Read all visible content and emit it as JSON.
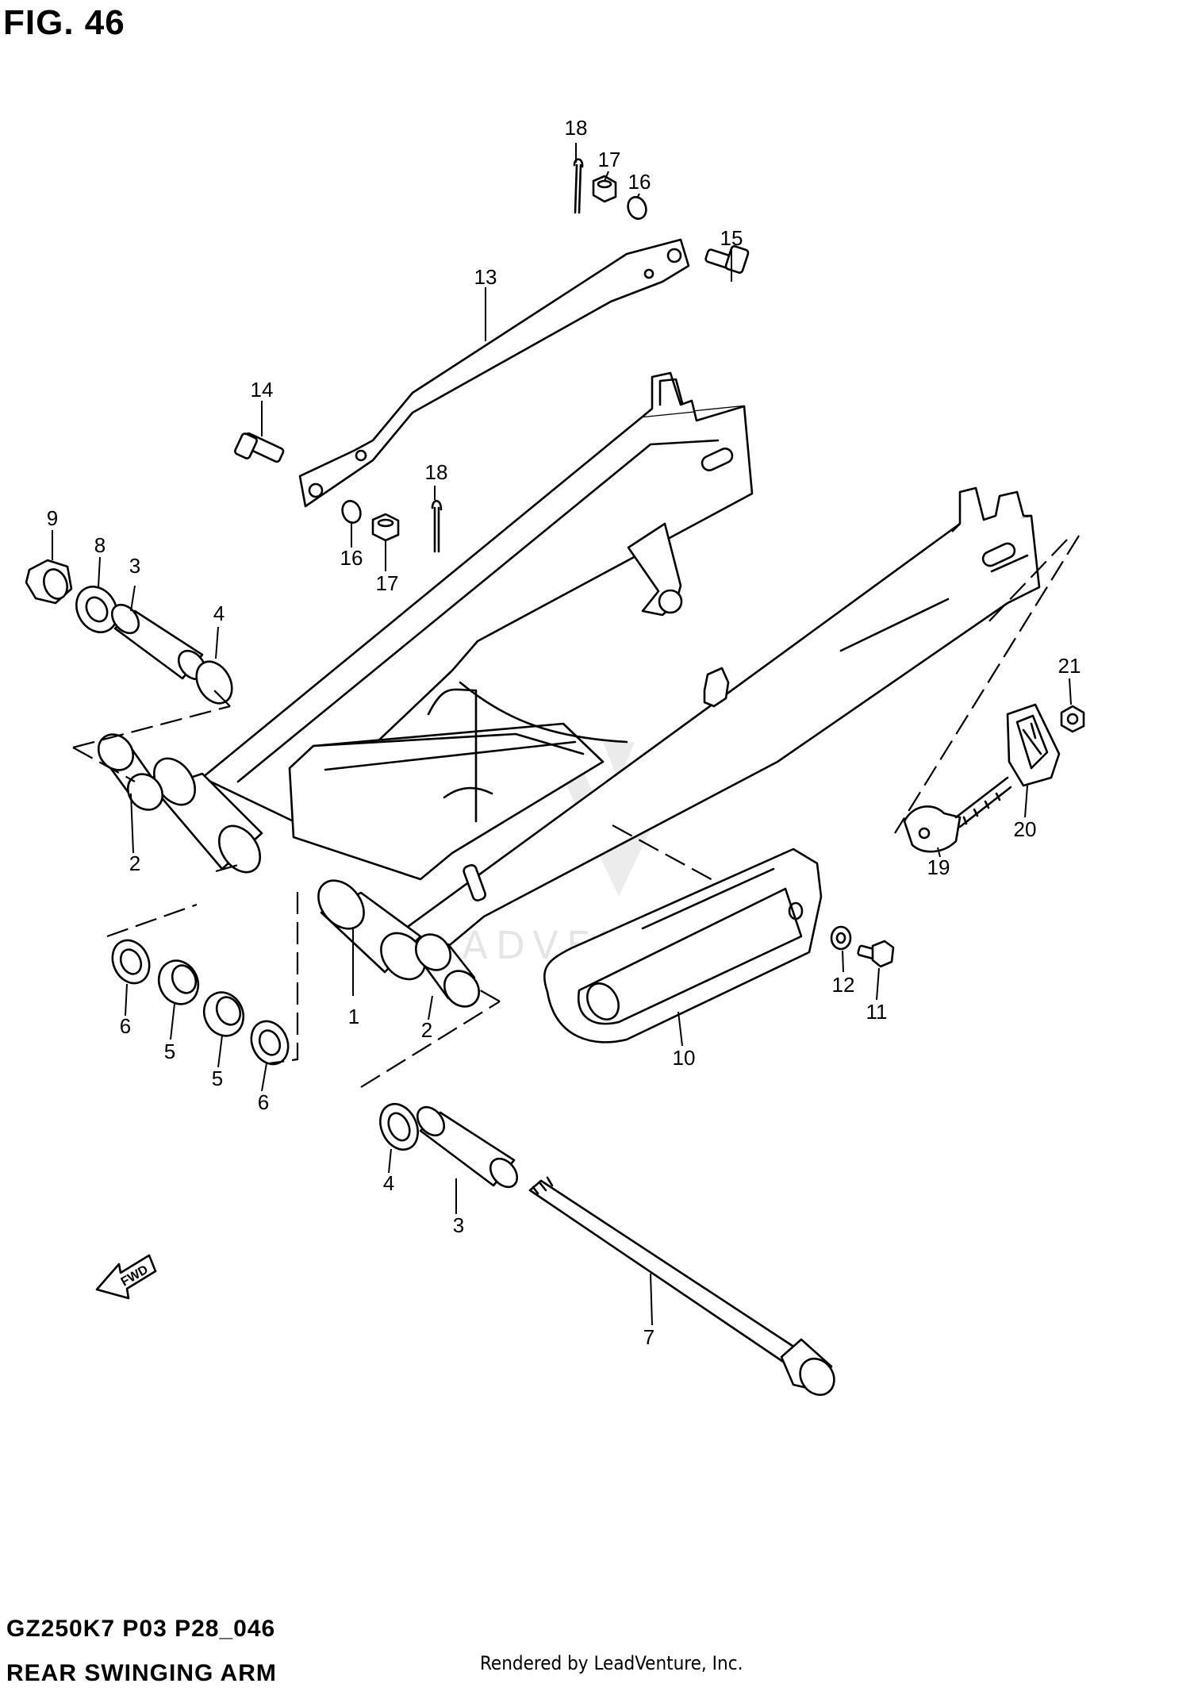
{
  "figure": {
    "title": "FIG. 46",
    "model_code": "GZ250K7 P03 P28_046",
    "section_name": "REAR SWINGING ARM",
    "render_credit": "Rendered by LeadVenture, Inc.",
    "watermark": "LEADVENTURE",
    "direction_label": "FWD"
  },
  "callouts": [
    {
      "id": "c1",
      "label": "1"
    },
    {
      "id": "c2a",
      "label": "2"
    },
    {
      "id": "c2b",
      "label": "2"
    },
    {
      "id": "c3a",
      "label": "3"
    },
    {
      "id": "c3b",
      "label": "3"
    },
    {
      "id": "c4a",
      "label": "4"
    },
    {
      "id": "c4b",
      "label": "4"
    },
    {
      "id": "c5a",
      "label": "5"
    },
    {
      "id": "c5b",
      "label": "5"
    },
    {
      "id": "c6a",
      "label": "6"
    },
    {
      "id": "c6b",
      "label": "6"
    },
    {
      "id": "c7",
      "label": "7"
    },
    {
      "id": "c8",
      "label": "8"
    },
    {
      "id": "c9",
      "label": "9"
    },
    {
      "id": "c10",
      "label": "10"
    },
    {
      "id": "c11",
      "label": "11"
    },
    {
      "id": "c12",
      "label": "12"
    },
    {
      "id": "c13",
      "label": "13"
    },
    {
      "id": "c14",
      "label": "14"
    },
    {
      "id": "c15",
      "label": "15"
    },
    {
      "id": "c16a",
      "label": "16"
    },
    {
      "id": "c16b",
      "label": "16"
    },
    {
      "id": "c17a",
      "label": "17"
    },
    {
      "id": "c17b",
      "label": "17"
    },
    {
      "id": "c18a",
      "label": "18"
    },
    {
      "id": "c18b",
      "label": "18"
    },
    {
      "id": "c19",
      "label": "19"
    },
    {
      "id": "c20",
      "label": "20"
    },
    {
      "id": "c21",
      "label": "21"
    }
  ]
}
